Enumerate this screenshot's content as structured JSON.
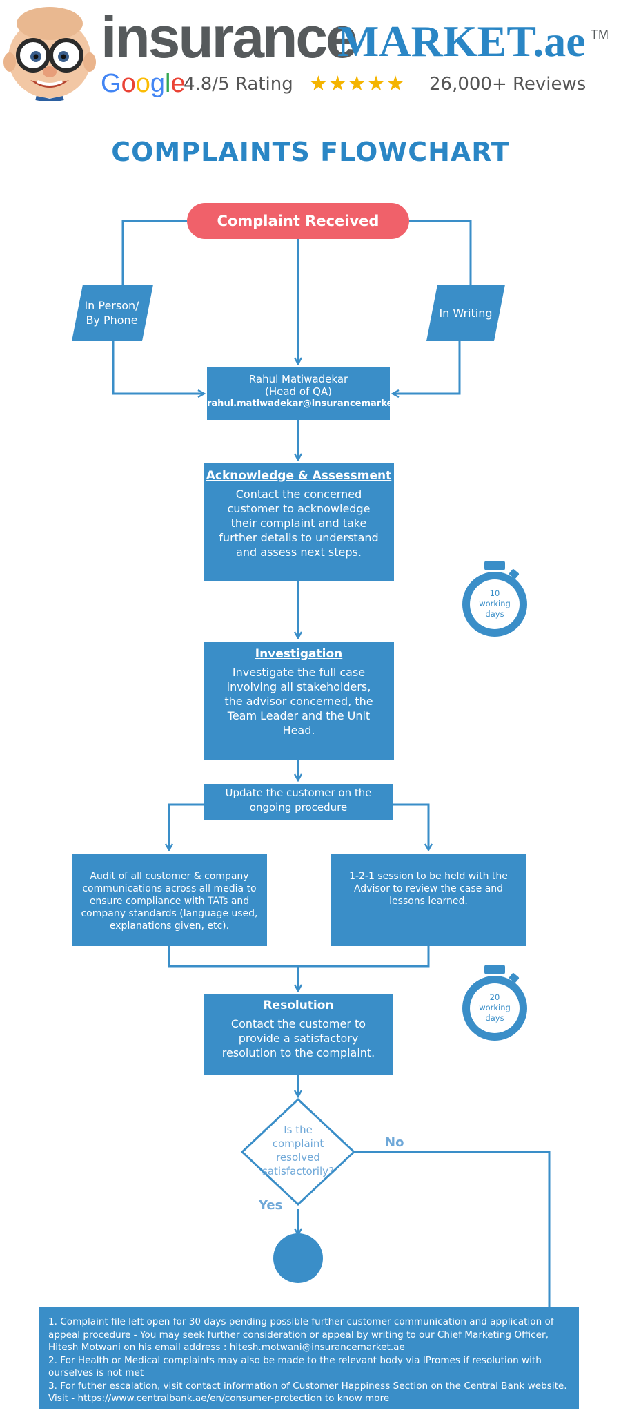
{
  "header": {
    "logo_insurance": "insurance",
    "logo_market": "MARKET.ae",
    "logo_tm": "TM",
    "google_letters": [
      "G",
      "o",
      "o",
      "g",
      "l",
      "e"
    ],
    "google_colors": [
      "#4285f4",
      "#ea4335",
      "#fbbc05",
      "#4285f4",
      "#34a853",
      "#ea4335"
    ],
    "rating": "4.8/5 Rating",
    "stars": "★★★★★",
    "reviews": "26,000+ Reviews"
  },
  "title": "COMPLAINTS FLOWCHART",
  "colors": {
    "primary_blue": "#3a8ec8",
    "title_blue": "#2a86c5",
    "pill_red": "#f0616a",
    "light_blue_text": "#6fa8d8"
  },
  "start": "Complaint Received",
  "channels": {
    "left": "In Person/\nBy Phone",
    "right": "In Writing"
  },
  "head_qa": {
    "name": "Rahul Matiwadekar",
    "role": "(Head of QA)",
    "email": "rahul.matiwadekar@insurancemarket.ae"
  },
  "acknowledge": {
    "heading": "Acknowledge & Assessment",
    "body": "Contact the concerned customer to acknowledge their complaint and take further details to understand and assess next steps."
  },
  "timer1": {
    "line1": "10",
    "line2": "working",
    "line3": "days"
  },
  "investigation": {
    "heading": "Investigation",
    "body": "Investigate the full case involving all stakeholders, the advisor concerned, the Team Leader and the Unit Head."
  },
  "update": "Update the customer on the ongoing procedure",
  "audit": "Audit of all customer & company communications across all media to ensure compliance with TATs and company standards (language used, explanations given, etc).",
  "session": "1-2-1 session to be held with the Advisor to review the case and lessons learned.",
  "timer2": {
    "line1": "20",
    "line2": "working",
    "line3": "days"
  },
  "resolution": {
    "heading": "Resolution",
    "body": "Contact the customer to provide a satisfactory resolution to the complaint."
  },
  "decision": {
    "question": "Is the complaint resolved satisfactorily?",
    "yes": "Yes",
    "no": "No"
  },
  "notes": [
    "1. Complaint file left open for 30 days pending possible further customer communication and application of appeal procedure - You may seek further consideration or appeal by writing to our Chief Marketing Officer, Hitesh Motwani on his email address : hitesh.motwani@insurancemarket.ae",
    "2. For Health or Medical complaints may also be made to the relevant body via IPromes if resolution with ourselves is not met",
    "3. For futher escalation, visit contact information of Customer Happiness Section on the Central Bank website. Visit - https://www.centralbank.ae/en/consumer-protection to know more"
  ]
}
